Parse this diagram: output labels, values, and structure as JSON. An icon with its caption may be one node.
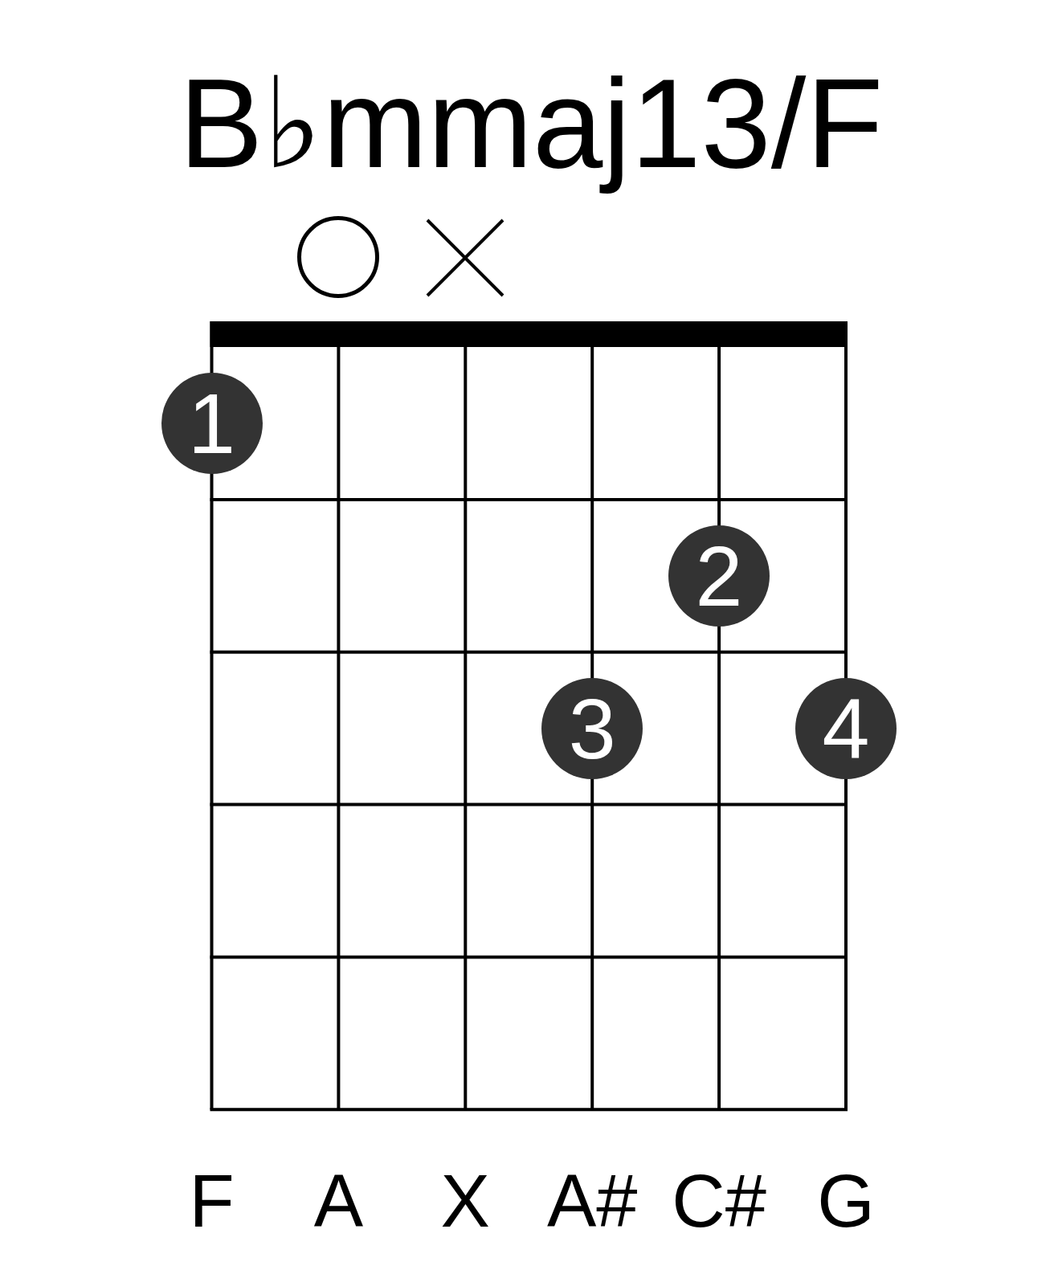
{
  "diagram": {
    "title": "B♭mmaj13/F",
    "nodes": [
      {
        "text": [
          "1"
        ]
      },
      {
        "text": [
          "2"
        ]
      },
      {
        "text": [
          "3"
        ]
      },
      {
        "text": [
          "4"
        ]
      }
    ],
    "labels": [
      "F",
      "A",
      "X",
      "A#",
      "C#",
      "G"
    ]
  }
}
